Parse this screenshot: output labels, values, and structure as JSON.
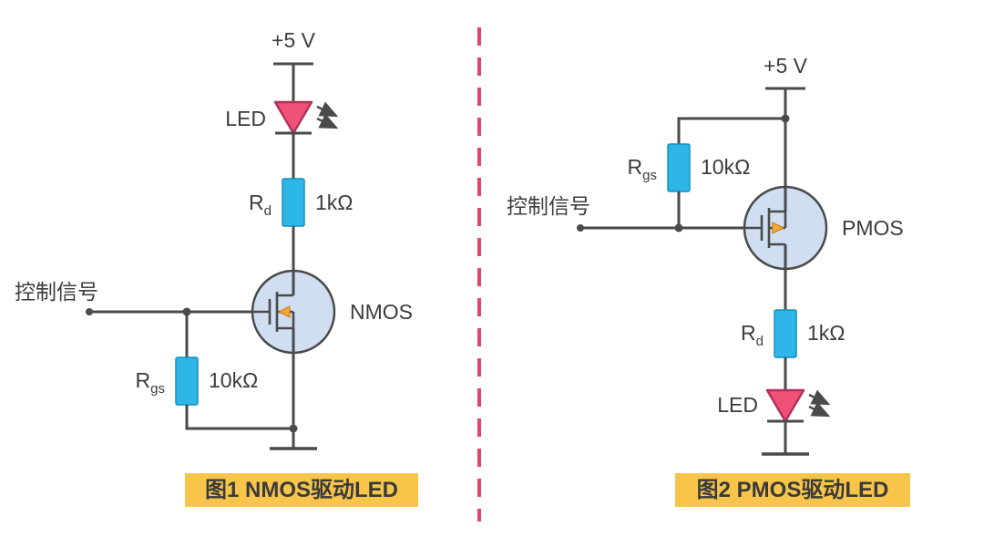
{
  "figure1": {
    "supply_label": "+5 V",
    "led_label": "LED",
    "rd": {
      "name": "R",
      "sub": "d",
      "value": "1kΩ"
    },
    "transistor_label": "NMOS",
    "control_label": "控制信号",
    "rgs": {
      "name": "R",
      "sub": "gs",
      "value": "10kΩ"
    },
    "caption": "图1 NMOS驱动LED"
  },
  "figure2": {
    "supply_label": "+5 V",
    "control_label": "控制信号",
    "rgs": {
      "name": "R",
      "sub": "gs",
      "value": "10kΩ"
    },
    "transistor_label": "PMOS",
    "rd": {
      "name": "R",
      "sub": "d",
      "value": "1kΩ"
    },
    "led_label": "LED",
    "caption": "图2 PMOS驱动LED"
  },
  "colors": {
    "wire": "#4a4a4a",
    "resistor-fill": "#2fb6e9",
    "resistor-stroke": "#1390be",
    "led-fill": "#ef5177",
    "led-stroke": "#b2315a",
    "mosfet-fill": "#cfdff1",
    "mosfet-stroke": "#4a4a4a",
    "arrow-fill": "#f3a73d",
    "arrow-stroke": "#cc7a00",
    "caption-bg": "#f8c54b",
    "divider": "#ec4067",
    "text": "#3c3c3c"
  }
}
